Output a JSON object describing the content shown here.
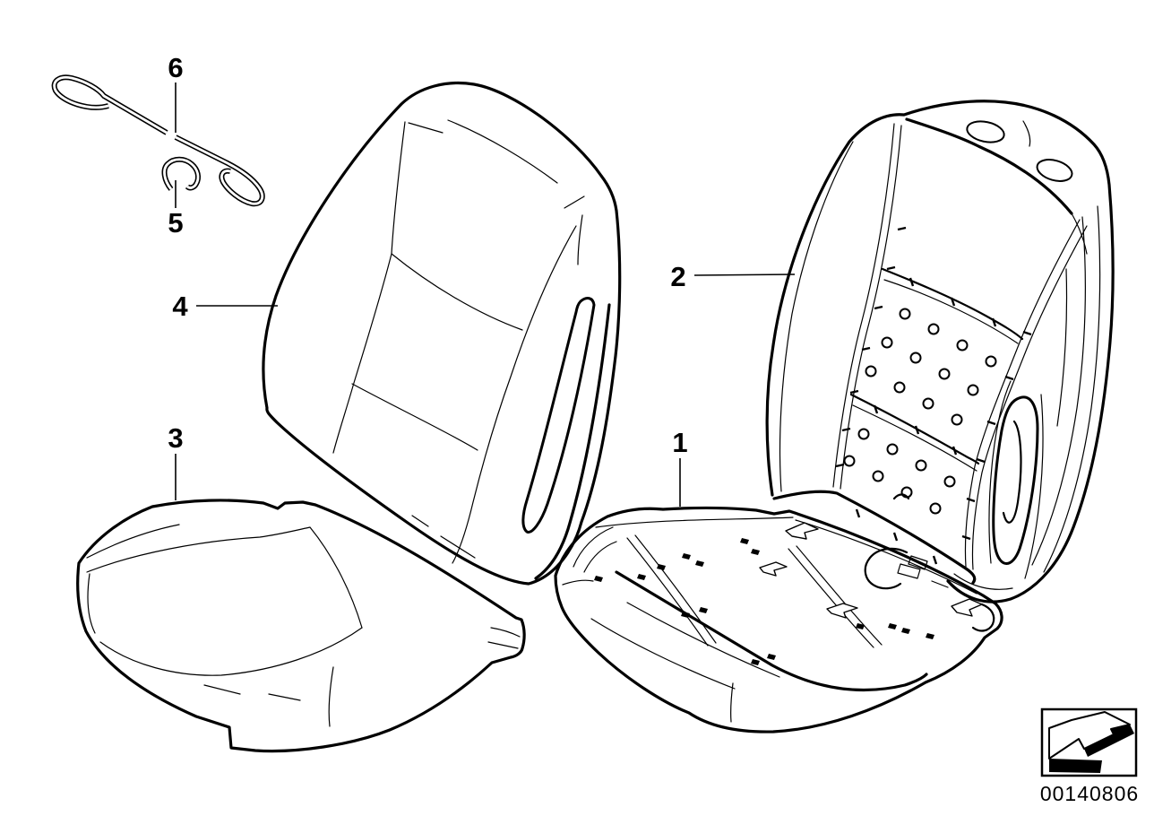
{
  "diagram": {
    "background_color": "#ffffff",
    "line_color": "#000000",
    "callouts": [
      {
        "label": "1"
      },
      {
        "label": "2"
      },
      {
        "label": "3"
      },
      {
        "label": "4"
      },
      {
        "label": "5"
      },
      {
        "label": "6"
      }
    ],
    "footer": {
      "image_number": "00140806",
      "arrow_icon": "arrow-down-left-3d"
    }
  }
}
